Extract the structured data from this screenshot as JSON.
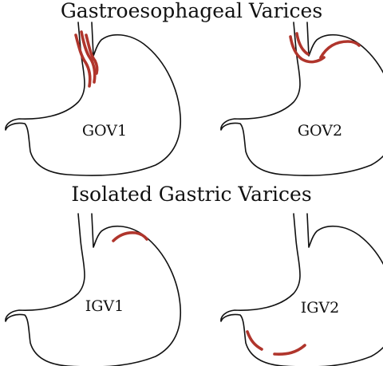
{
  "sections": {
    "top_title": "Gastroesophageal Varices",
    "bottom_title": "Isolated Gastric Varices"
  },
  "panels": [
    {
      "id": "gov1",
      "label": "GOV1",
      "varix_location": "lesser curvature extending from esophagus"
    },
    {
      "id": "gov2",
      "label": "GOV2",
      "varix_location": "fundus extending from esophagus"
    },
    {
      "id": "igv1",
      "label": "IGV1",
      "varix_location": "fundus"
    },
    {
      "id": "igv2",
      "label": "IGV2",
      "varix_location": "body and antrum"
    }
  ],
  "colors": {
    "outline": "#111111",
    "varix": "#b0352c",
    "background": "#ffffff"
  }
}
